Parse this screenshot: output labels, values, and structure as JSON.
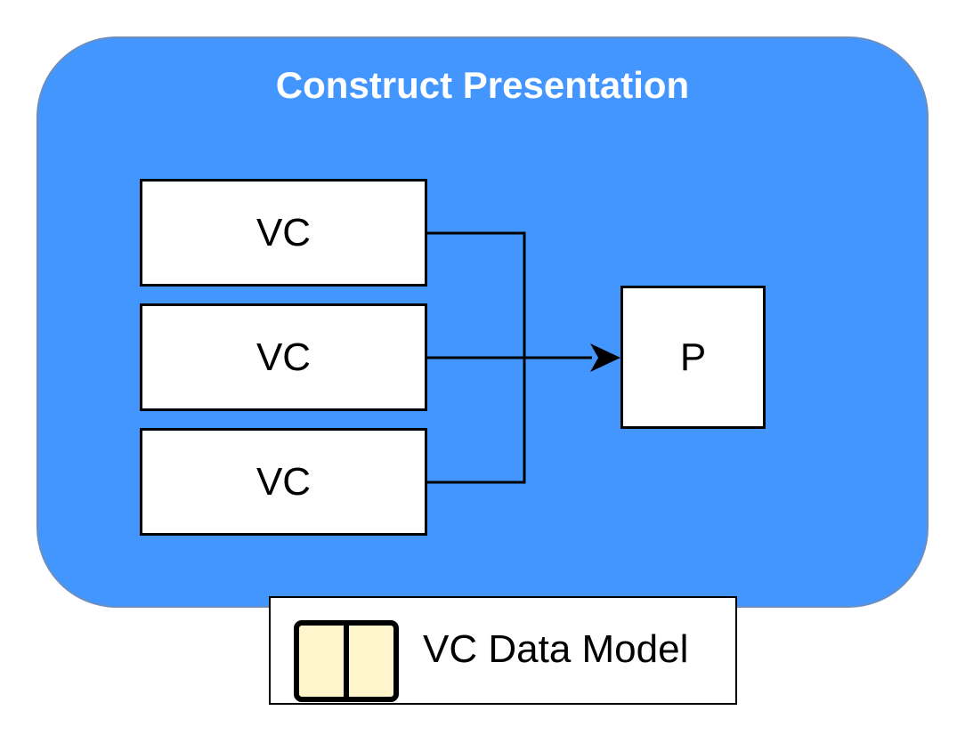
{
  "diagram": {
    "title": "Construct Presentation",
    "inputs": [
      {
        "label": "VC"
      },
      {
        "label": "VC"
      },
      {
        "label": "VC"
      }
    ],
    "output": {
      "label": "P"
    },
    "legend": {
      "icon": "book-icon",
      "label": "VC Data Model"
    }
  },
  "colors": {
    "container_fill": "#4496ff",
    "container_border": "#6c8ebf",
    "node_fill": "#ffffff",
    "legend_icon_fill": "#fff5cc"
  }
}
